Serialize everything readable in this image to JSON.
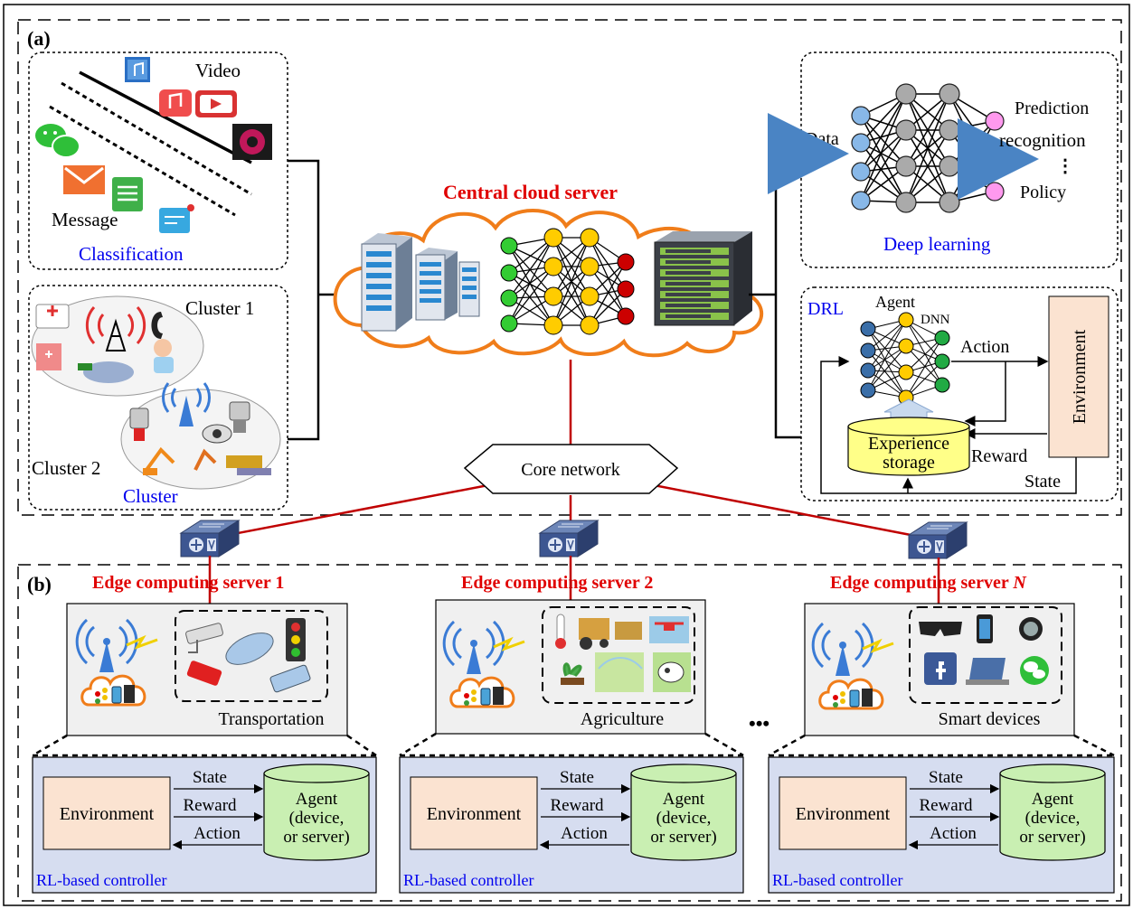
{
  "part_a": {
    "label": "(a)",
    "classification": {
      "video": "Video",
      "message": "Message",
      "title": "Classification"
    },
    "cluster": {
      "cluster1": "Cluster 1",
      "cluster2": "Cluster 2",
      "title": "Cluster"
    },
    "cloud": {
      "title": "Central cloud server"
    },
    "core_network": "Core network",
    "deep_learning": {
      "data": "Data",
      "prediction": "Prediction",
      "recognition": "recognition",
      "dots": "⋮",
      "policy": "Policy",
      "title": "Deep learning"
    },
    "drl": {
      "title": "DRL",
      "agent": "Agent",
      "dnn": "DNN",
      "action": "Action",
      "environment": "Environment",
      "reward": "Reward",
      "state": "State",
      "experience1": "Experience",
      "experience2": "storage"
    }
  },
  "part_b": {
    "label": "(b)",
    "ellipsis": "•••",
    "edges": [
      {
        "prefix": "Edge computing server ",
        "index": "1",
        "domain": "Transportation"
      },
      {
        "prefix": "Edge computing server ",
        "index": "2",
        "domain": "Agriculture"
      },
      {
        "prefix": "Edge computing server ",
        "index": "N",
        "domain": "Smart devices"
      }
    ],
    "controller": {
      "environment": "Environment",
      "state": "State",
      "reward": "Reward",
      "action": "Action",
      "agent1": "Agent",
      "agent2": "(device,",
      "agent3": "or server)",
      "title": "RL-based controller"
    }
  },
  "colors": {
    "red": "#e00000",
    "blue": "#0000ee",
    "orange": "#f07d1a",
    "controller_bg": "#d6ddf0",
    "env_fill": "#fbe3d1",
    "agent_fill": "#c9efb2",
    "storage_fill": "#ffff88"
  }
}
